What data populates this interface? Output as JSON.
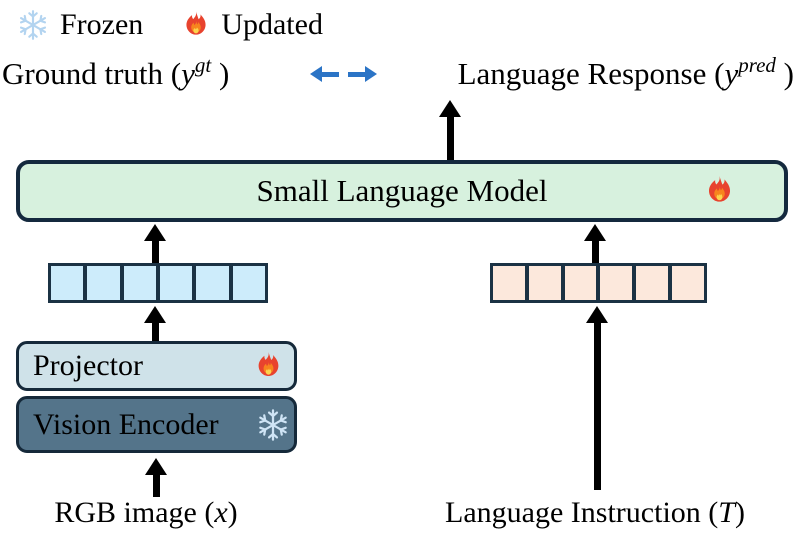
{
  "legend": {
    "frozen": {
      "icon": "snowflake-icon",
      "label": "Frozen"
    },
    "updated": {
      "icon": "fire-icon",
      "label": "Updated"
    }
  },
  "equation": {
    "ground_truth": {
      "prefix": "Ground truth (",
      "variable": "y",
      "superscript": "gt",
      "suffix": " )"
    },
    "language_response": {
      "prefix": "Language Response (",
      "variable": "y",
      "superscript": "pred",
      "suffix": " )"
    },
    "exchange_arrow_color": "#2b74c6"
  },
  "blocks": {
    "small_language_model": {
      "label": "Small Language Model",
      "status_icon": "fire-icon",
      "fill": "#d7f1de",
      "border": "#14293e"
    },
    "projector": {
      "label": "Projector",
      "status_icon": "fire-icon",
      "fill": "#cfe2e9",
      "border": "#15293a"
    },
    "vision_encoder": {
      "label": "Vision Encoder",
      "status_icon": "snowflake-icon",
      "fill": "#54748a",
      "border": "#15293a"
    }
  },
  "token_strips": {
    "visual_tokens": {
      "count": 6,
      "fill": "#cdecfb",
      "border": "#1b3244"
    },
    "text_tokens": {
      "count": 6,
      "fill": "#fce8dc",
      "border": "#1b3244"
    }
  },
  "inputs": {
    "rgb_image": {
      "prefix": "RGB image (",
      "variable": "x",
      "suffix": ")"
    },
    "language_instruction": {
      "prefix": "Language Instruction (",
      "variable": "T",
      "suffix": ")"
    }
  }
}
